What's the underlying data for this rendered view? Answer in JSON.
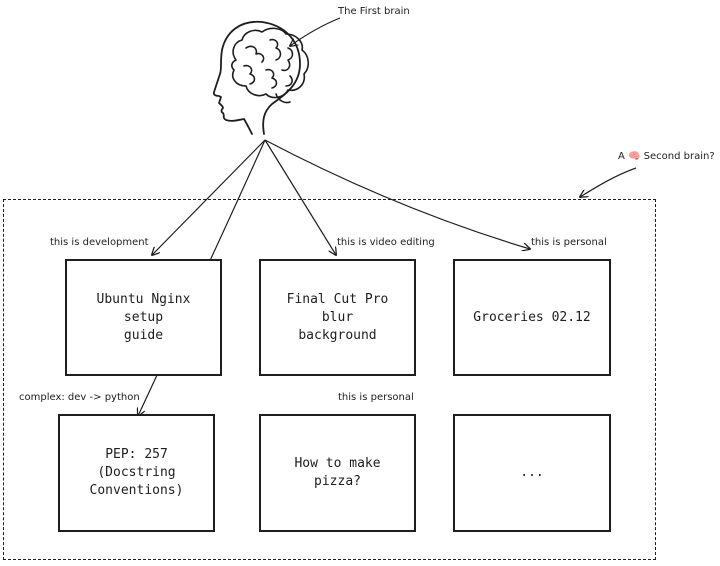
{
  "brain_label": "The First brain",
  "second_brain_label": "A 🧠 Second brain?",
  "cards": [
    {
      "tag": "this is development",
      "text": "Ubuntu Nginx setup\nguide"
    },
    {
      "tag": "this is video editing",
      "text": "Final Cut Pro blur\nbackground"
    },
    {
      "tag": "this is personal",
      "text": "Groceries 02.12"
    },
    {
      "tag": "complex: dev -> python",
      "text": "PEP: 257 (Docstring\nConventions)"
    },
    {
      "tag": "this is personal",
      "text": "How to make pizza?"
    },
    {
      "tag": "",
      "text": "..."
    }
  ]
}
